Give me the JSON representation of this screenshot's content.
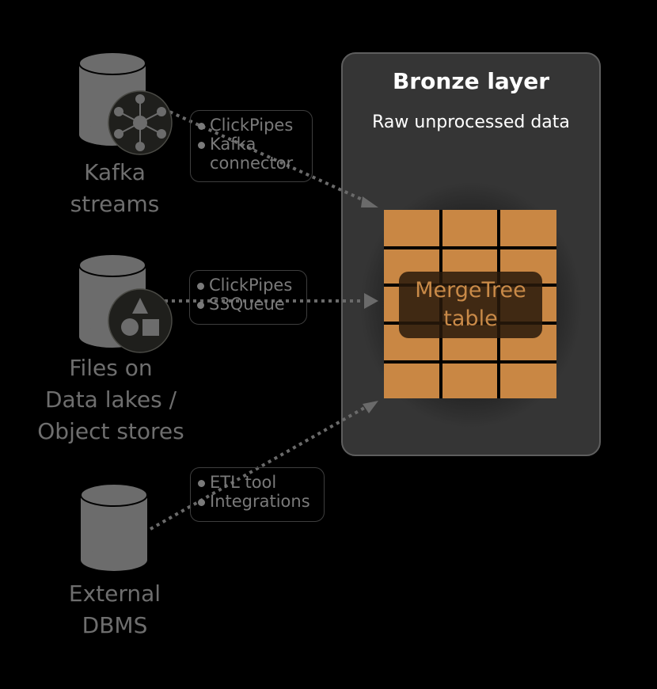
{
  "sources": [
    {
      "label_lines": [
        "Kafka",
        "streams"
      ],
      "icon": "network-hub-icon"
    },
    {
      "label_lines": [
        "Files on",
        "Data lakes /",
        "Object stores"
      ],
      "icon": "shapes-icon"
    },
    {
      "label_lines": [
        "External",
        "DBMS"
      ],
      "icon": "database-icon"
    }
  ],
  "connectors": [
    {
      "items": [
        "ClickPipes",
        "Kafka connector"
      ]
    },
    {
      "items": [
        "ClickPipes",
        "S3Queue"
      ]
    },
    {
      "items": [
        "ETL tool",
        "Integrations"
      ]
    }
  ],
  "bronze": {
    "title": "Bronze layer",
    "subtitle": "Raw unprocessed data",
    "table_label": "MergeTree table"
  },
  "colors": {
    "table": "#c98744",
    "box": "#353535",
    "muted": "#6e6e6e"
  }
}
